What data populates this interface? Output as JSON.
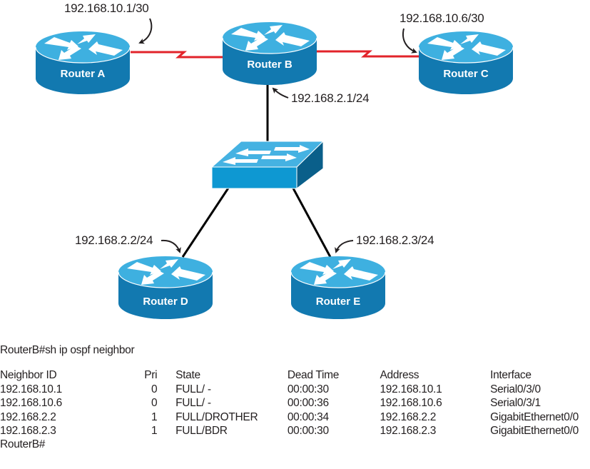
{
  "colors": {
    "router_top": "#3eb0e0",
    "router_side": "#1279b0",
    "switch_top": "#45b2e2",
    "switch_front": "#0e98d2",
    "switch_side": "#0a5f8a",
    "serial_link": "#e2232a",
    "ethernet_link": "#000000"
  },
  "devices": {
    "router_a": {
      "label": "Router A",
      "icon": "router-icon"
    },
    "router_b": {
      "label": "Router B",
      "icon": "router-icon"
    },
    "router_c": {
      "label": "Router C",
      "icon": "router-icon"
    },
    "router_d": {
      "label": "Router D",
      "icon": "router-icon"
    },
    "router_e": {
      "label": "Router E",
      "icon": "router-icon"
    },
    "switch": {
      "label": "",
      "icon": "switch-icon"
    }
  },
  "links": [
    {
      "from": "Router A",
      "to": "Router B",
      "type": "serial"
    },
    {
      "from": "Router B",
      "to": "Router C",
      "type": "serial"
    },
    {
      "from": "Router B",
      "to": "Switch",
      "type": "ethernet"
    },
    {
      "from": "Switch",
      "to": "Router D",
      "type": "ethernet"
    },
    {
      "from": "Switch",
      "to": "Router E",
      "type": "ethernet"
    }
  ],
  "ip_labels": {
    "router_a": "192.168.10.1/30",
    "router_b": "192.168.2.1/24",
    "router_c": "192.168.10.6/30",
    "router_d": "192.168.2.2/24",
    "router_e": "192.168.2.3/24"
  },
  "cli": {
    "command": "RouterB#sh ip ospf neighbor",
    "headers": [
      "Neighbor ID",
      "Pri",
      "State",
      "Dead Time",
      "Address",
      "Interface"
    ],
    "rows": [
      [
        "192.168.10.1",
        "0",
        "FULL/ -",
        "00:00:30",
        "192.168.10.1",
        "Serial0/3/0"
      ],
      [
        "192.168.10.6",
        "0",
        "FULL/ -",
        "00:00:36",
        "192.168.10.6",
        "Serial0/3/1"
      ],
      [
        "192.168.2.2",
        "1",
        "FULL/DROTHER",
        "00:00:34",
        "192.168.2.2",
        "GigabitEthernet0/0"
      ],
      [
        "192.168.2.3",
        "1",
        "FULL/BDR",
        "00:00:30",
        "192.168.2.3",
        "GigabitEthernet0/0"
      ]
    ],
    "prompt": "RouterB#"
  }
}
